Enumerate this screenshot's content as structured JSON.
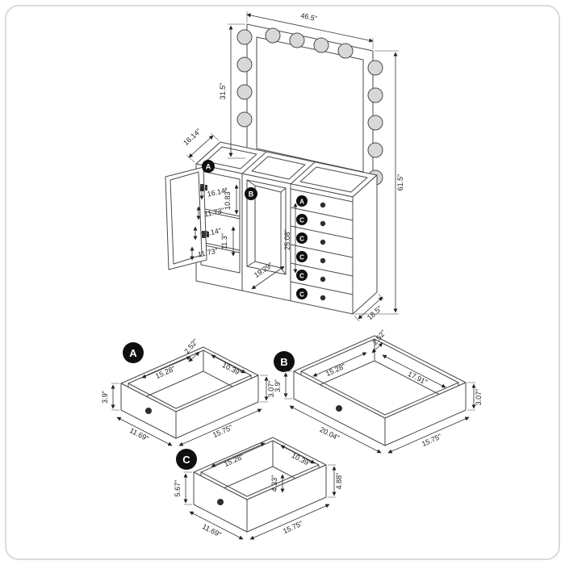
{
  "diagram": {
    "vanity": {
      "mirror_width": "46.5\"",
      "mirror_height": "31.5\"",
      "overall_height": "61.5\"",
      "top_depth": "16.14\"",
      "base_depth": "18.5\"",
      "door_marker": "A",
      "center_marker": "B",
      "shelf_dims": [
        "16.14\"",
        "11.73\"",
        "16.14\"",
        "11.73\""
      ],
      "shelf_heights": [
        "10.83\"",
        "11.3\""
      ],
      "center_opening_width": "19.29\"",
      "center_opening_height": "25.08\"",
      "drawer_markers": [
        "A",
        "C",
        "C",
        "C",
        "C",
        "C"
      ]
    },
    "details": [
      {
        "marker": "A",
        "top_small": "2.52\"",
        "top_left_edge": "15.28\"",
        "top_right_edge": "10.39\"",
        "left_height": "3.9\"",
        "right_height": "3.07\"",
        "bottom_left_edge": "11.69\"",
        "bottom_right_edge": "15.75\""
      },
      {
        "marker": "B",
        "top_small": "2.52\"",
        "top_left_edge": "15.28\"",
        "top_right_edge": "17.91\"",
        "left_height": "3.9\"",
        "right_height": "3.07\"",
        "bottom_left_edge": "20.04\"",
        "bottom_right_edge": "15.75\""
      },
      {
        "marker": "C",
        "top_small": "4.33\"",
        "top_left_edge": "15.28\"",
        "top_right_edge": "10.39\"",
        "left_height": "5.67\"",
        "right_height": "4.88\"",
        "bottom_left_edge": "11.69\"",
        "bottom_right_edge": "15.75\""
      }
    ]
  }
}
